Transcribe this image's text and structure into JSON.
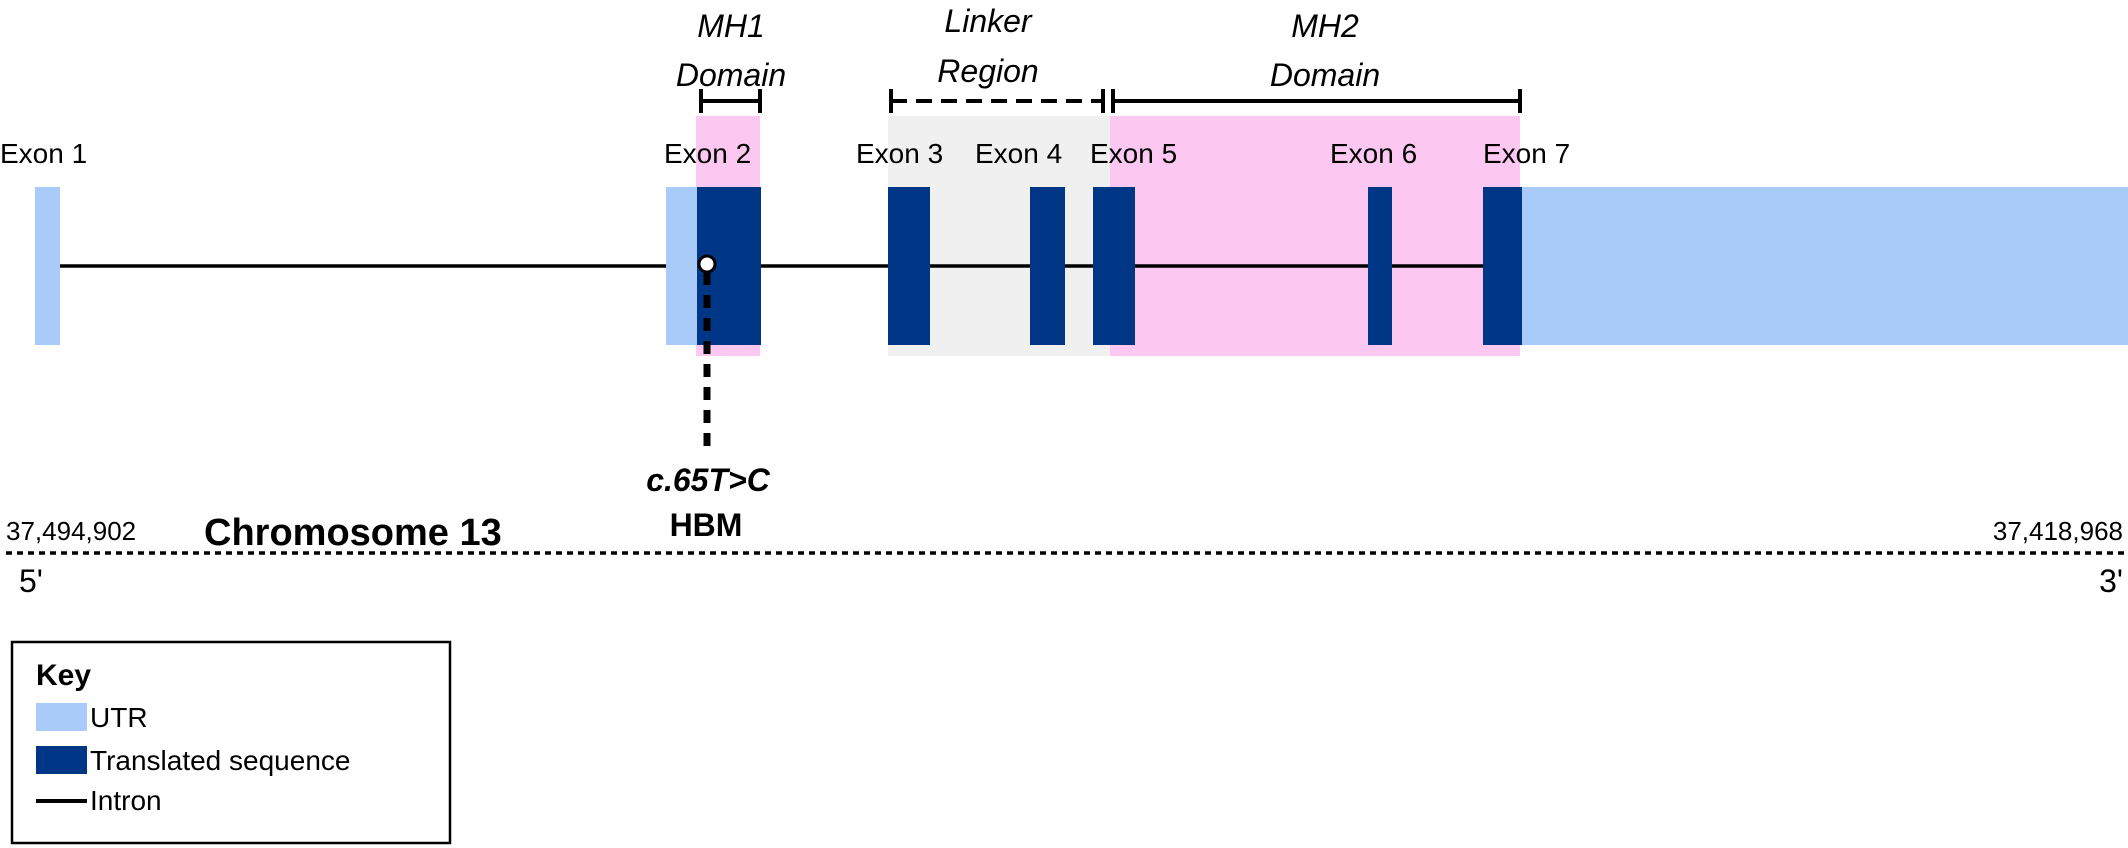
{
  "colors": {
    "utr": "#a9cbfa",
    "translated": "#003686",
    "domain_highlight": "#fcc8f1",
    "linker_highlight": "#f0f0f0",
    "line": "#000000"
  },
  "exons": {
    "e1": "Exon 1",
    "e2": "Exon 2",
    "e3": "Exon 3",
    "e4": "Exon 4",
    "e5": "Exon 5",
    "e6": "Exon 6",
    "e7": "Exon 7"
  },
  "domains": {
    "mh1_line1": "MH1",
    "mh1_line2": "Domain",
    "linker_line1": "Linker",
    "linker_line2": "Region",
    "mh2_line1": "MH2",
    "mh2_line2": "Domain"
  },
  "mutation": {
    "label": "c.65T>C",
    "name": "HBM"
  },
  "chromosome": {
    "name": "Chromosome 13",
    "start_coord": "37,494,902",
    "end_coord": "37,418,968",
    "five_prime": "5'",
    "three_prime": "3'"
  },
  "key": {
    "title": "Key",
    "utr": "UTR",
    "translated": "Translated sequence",
    "intron": "Intron"
  }
}
